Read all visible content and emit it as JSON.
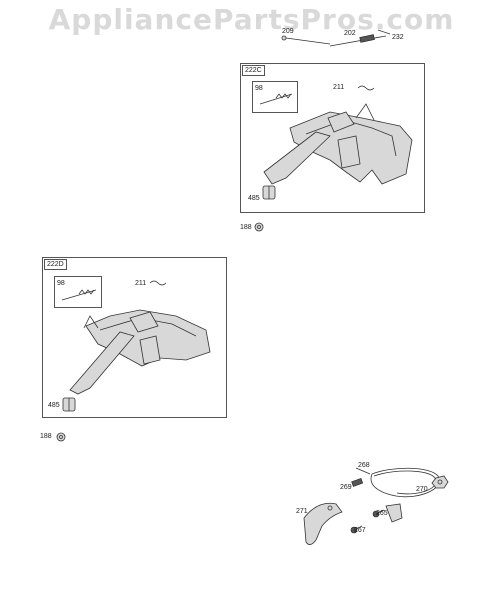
{
  "watermark": "AppliancePartsPros.com",
  "top_parts": {
    "p209": "209",
    "p202": "202",
    "p232": "232"
  },
  "panel_c": {
    "tag": "222C",
    "inset_label": "98",
    "p211": "211",
    "p485": "485",
    "below": "188"
  },
  "panel_d": {
    "tag": "222D",
    "inset_label": "98",
    "p211": "211",
    "p485": "485",
    "below": "188"
  },
  "bottom_parts": {
    "p268": "268",
    "p269": "269",
    "p270": "270",
    "p271": "271",
    "p265": "265",
    "p267": "267"
  },
  "icons": [
    "spring-icon",
    "nut-icon",
    "lever-icon",
    "cable-icon",
    "screw-icon"
  ]
}
